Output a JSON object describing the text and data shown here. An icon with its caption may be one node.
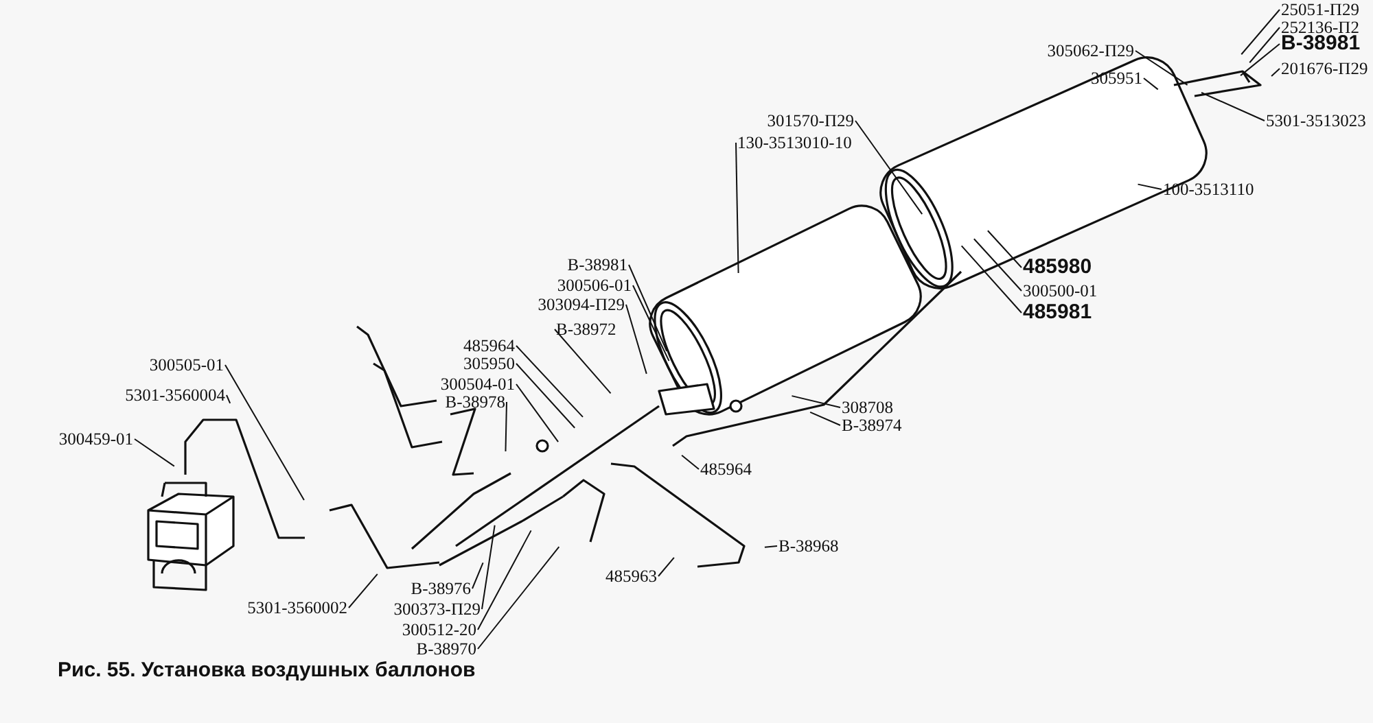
{
  "diagram": {
    "caption": "Рис. 55. Установка воздушных баллонов",
    "nodes": [
      {
        "text": [
          "305062-П29"
        ]
      },
      {
        "text": [
          "305951"
        ]
      },
      {
        "text": [
          "25051-П29"
        ]
      },
      {
        "text": [
          "252136-П2"
        ]
      },
      {
        "text": [
          "В-38981"
        ]
      },
      {
        "text": [
          "201676-П29"
        ]
      },
      {
        "text": [
          "5301-3513023"
        ]
      },
      {
        "text": [
          "301570-П29"
        ]
      },
      {
        "text": [
          "130-3513010-10"
        ]
      },
      {
        "text": [
          "100-3513110"
        ]
      },
      {
        "text": [
          "485980"
        ]
      },
      {
        "text": [
          "300500-01"
        ]
      },
      {
        "text": [
          "485981"
        ]
      },
      {
        "text": [
          "В-38981"
        ]
      },
      {
        "text": [
          "300506-01"
        ]
      },
      {
        "text": [
          "303094-П29"
        ]
      },
      {
        "text": [
          "В-38972"
        ]
      },
      {
        "text": [
          "485964"
        ]
      },
      {
        "text": [
          "305950"
        ]
      },
      {
        "text": [
          "300504-01"
        ]
      },
      {
        "text": [
          "В-38978"
        ]
      },
      {
        "text": [
          "308708"
        ]
      },
      {
        "text": [
          "В-38974"
        ]
      },
      {
        "text": [
          "485964"
        ]
      },
      {
        "text": [
          "300505-01"
        ]
      },
      {
        "text": [
          "5301-3560004"
        ]
      },
      {
        "text": [
          "300459-01"
        ]
      },
      {
        "text": [
          "485963"
        ]
      },
      {
        "text": [
          "В-38968"
        ]
      },
      {
        "text": [
          "5301-3560002"
        ]
      },
      {
        "text": [
          "В-38976"
        ]
      },
      {
        "text": [
          "300373-П29"
        ]
      },
      {
        "text": [
          "300512-20"
        ]
      },
      {
        "text": [
          "В-38970"
        ]
      }
    ],
    "edges": [
      {
        "from": 0,
        "to": null,
        "arrow": "none"
      },
      {
        "from": 1,
        "to": null,
        "arrow": "none"
      },
      {
        "from": 2,
        "to": null,
        "arrow": "none"
      },
      {
        "from": 3,
        "to": null,
        "arrow": "none"
      },
      {
        "from": 4,
        "to": null,
        "arrow": "none"
      },
      {
        "from": 5,
        "to": null,
        "arrow": "none"
      },
      {
        "from": 6,
        "to": null,
        "arrow": "none"
      },
      {
        "from": 7,
        "to": null,
        "arrow": "none"
      },
      {
        "from": 8,
        "to": null,
        "arrow": "none"
      },
      {
        "from": 9,
        "to": null,
        "arrow": "none"
      },
      {
        "from": 10,
        "to": null,
        "arrow": "none"
      },
      {
        "from": 11,
        "to": null,
        "arrow": "none"
      },
      {
        "from": 12,
        "to": null,
        "arrow": "none"
      },
      {
        "from": 13,
        "to": null,
        "arrow": "none"
      },
      {
        "from": 14,
        "to": null,
        "arrow": "none"
      },
      {
        "from": 15,
        "to": null,
        "arrow": "none"
      },
      {
        "from": 16,
        "to": null,
        "arrow": "none"
      },
      {
        "from": 17,
        "to": null,
        "arrow": "none"
      },
      {
        "from": 18,
        "to": null,
        "arrow": "none"
      },
      {
        "from": 19,
        "to": null,
        "arrow": "none"
      },
      {
        "from": 20,
        "to": null,
        "arrow": "none"
      },
      {
        "from": 21,
        "to": null,
        "arrow": "none"
      },
      {
        "from": 22,
        "to": null,
        "arrow": "none"
      },
      {
        "from": 23,
        "to": null,
        "arrow": "none"
      },
      {
        "from": 24,
        "to": null,
        "arrow": "none"
      },
      {
        "from": 25,
        "to": null,
        "arrow": "none"
      },
      {
        "from": 26,
        "to": null,
        "arrow": "none"
      },
      {
        "from": 27,
        "to": null,
        "arrow": "none"
      },
      {
        "from": 28,
        "to": null,
        "arrow": "none"
      },
      {
        "from": 29,
        "to": null,
        "arrow": "none"
      },
      {
        "from": 30,
        "to": null,
        "arrow": "none"
      },
      {
        "from": 31,
        "to": null,
        "arrow": "none"
      },
      {
        "from": 32,
        "to": null,
        "arrow": "none"
      },
      {
        "from": 33,
        "to": null,
        "arrow": "none"
      }
    ]
  }
}
